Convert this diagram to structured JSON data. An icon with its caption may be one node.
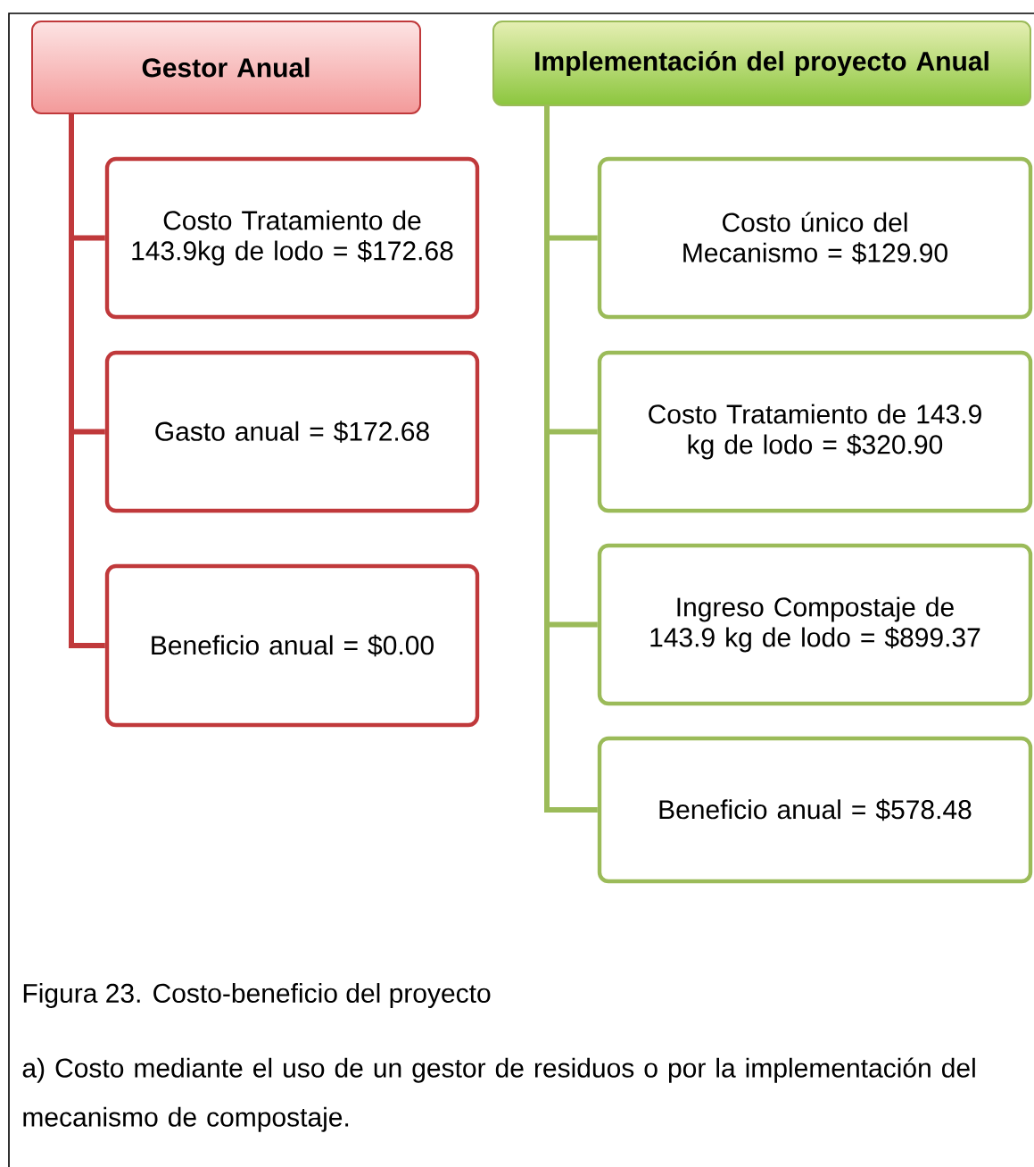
{
  "diagram": {
    "caption": "Figura 23. Costo-beneficio del proyecto",
    "nodes": [
      {
        "text": [
          "Gestor Anual"
        ]
      },
      {
        "text": [
          "Costo Tratamiento de 143.9kg de lodo = $172.68"
        ]
      },
      {
        "text": [
          "Gasto anual = $172.68"
        ]
      },
      {
        "text": [
          "Beneficio anual = $0.00"
        ]
      },
      {
        "text": [
          "Implementación del proyecto Anual"
        ]
      },
      {
        "text": [
          "Costo único del Mecanismo = $129.90"
        ]
      },
      {
        "text": [
          "Costo Tratamiento de 143.9 kg de lodo = $320.90"
        ]
      },
      {
        "text": [
          "Ingreso Compostaje de 143.9 kg de lodo = $899.37"
        ]
      },
      {
        "text": [
          "Beneficio anual = $578.48"
        ]
      }
    ],
    "edges": [
      {
        "from": 0,
        "to": 1,
        "arrow": "none",
        "color": "#c0393b"
      },
      {
        "from": 0,
        "to": 2,
        "arrow": "none",
        "color": "#c0393b"
      },
      {
        "from": 0,
        "to": 3,
        "arrow": "none",
        "color": "#c0393b"
      },
      {
        "from": 4,
        "to": 5,
        "arrow": "none",
        "color": "#9bbb59"
      },
      {
        "from": 4,
        "to": 6,
        "arrow": "none",
        "color": "#9bbb59"
      },
      {
        "from": 4,
        "to": 7,
        "arrow": "none",
        "color": "#9bbb59"
      },
      {
        "from": 4,
        "to": 8,
        "arrow": "none",
        "color": "#9bbb59"
      }
    ],
    "labels": [
      "a) Costo mediante el uso de un gestor de residuos o por la implementación del mecanismo de compostaje."
    ]
  }
}
